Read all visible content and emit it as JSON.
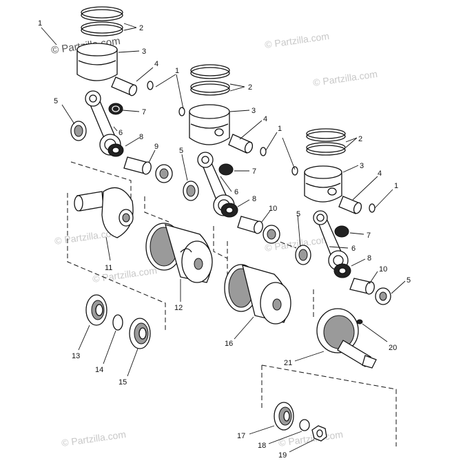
{
  "watermark": {
    "text": "© Partzilla.com",
    "color": "#c8c8c8"
  },
  "callouts": {
    "n1": "1",
    "n2": "2",
    "n3": "3",
    "n4": "4",
    "n5": "5",
    "n6": "6",
    "n7": "7",
    "n8": "8",
    "n9": "9",
    "n10": "10",
    "n11": "11",
    "n12": "12",
    "n13": "13",
    "n14": "14",
    "n15": "15",
    "n16": "16",
    "n17": "17",
    "n18": "18",
    "n19": "19",
    "n20": "20",
    "n21": "21"
  }
}
